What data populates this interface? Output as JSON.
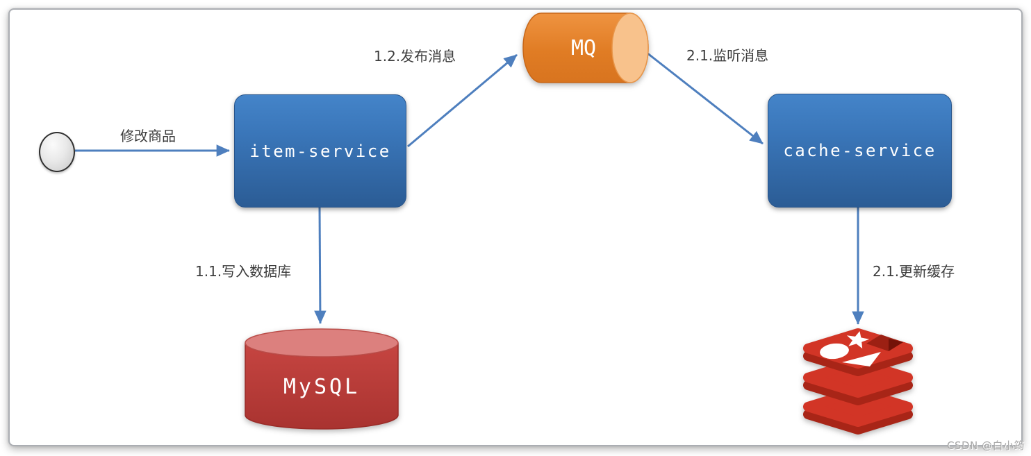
{
  "diagram": {
    "nodes": {
      "start": {
        "icon": "start-circle"
      },
      "item_service": {
        "label": "item-service"
      },
      "mq": {
        "label": "MQ",
        "icon": "mq-cylinder"
      },
      "cache_service": {
        "label": "cache-service"
      },
      "mysql": {
        "label": "MySQL",
        "icon": "mysql-cylinder"
      },
      "redis": {
        "icon": "redis-logo"
      }
    },
    "edges": [
      {
        "from": "start",
        "to": "item_service",
        "label": "修改商品"
      },
      {
        "from": "item_service",
        "to": "mq",
        "label": "1.2.发布消息"
      },
      {
        "from": "mq",
        "to": "cache_service",
        "label": "2.1.监听消息"
      },
      {
        "from": "item_service",
        "to": "mysql",
        "label": "1.1.写入数据库"
      },
      {
        "from": "cache_service",
        "to": "redis",
        "label": "2.1.更新缓存"
      }
    ],
    "colors": {
      "arrow": "#4e7fbe",
      "service_box_top": "#4484c9",
      "service_box_bottom": "#2b5c95",
      "mq_body": "#e8832c",
      "mq_cap": "#f8c28c",
      "mysql_body": "#bf3b36",
      "mysql_top": "#dc807e",
      "redis_red": "#d23526",
      "redis_dark": "#a82517",
      "label_text": "#3c3c3c"
    },
    "watermark": "CSDN @白小筠"
  }
}
